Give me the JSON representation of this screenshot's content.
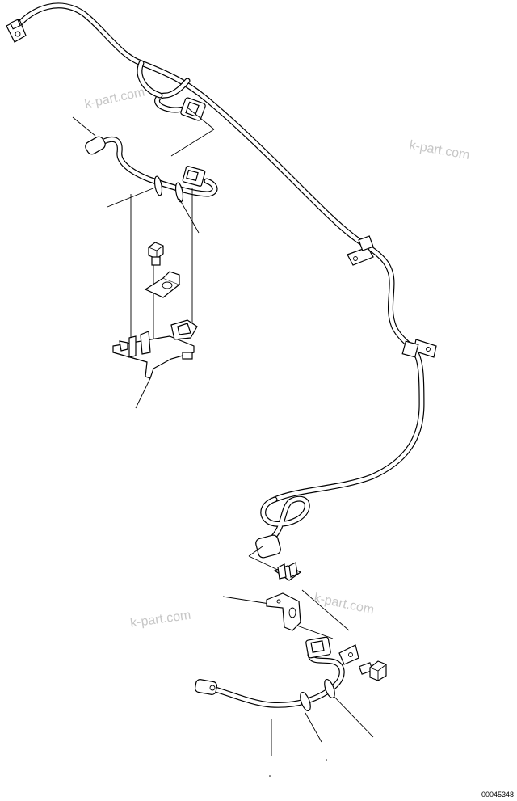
{
  "watermarks": [
    "k-part.com",
    "k-part.com",
    "k-part.com",
    "k-part.com"
  ],
  "drawing_code": "00045348"
}
